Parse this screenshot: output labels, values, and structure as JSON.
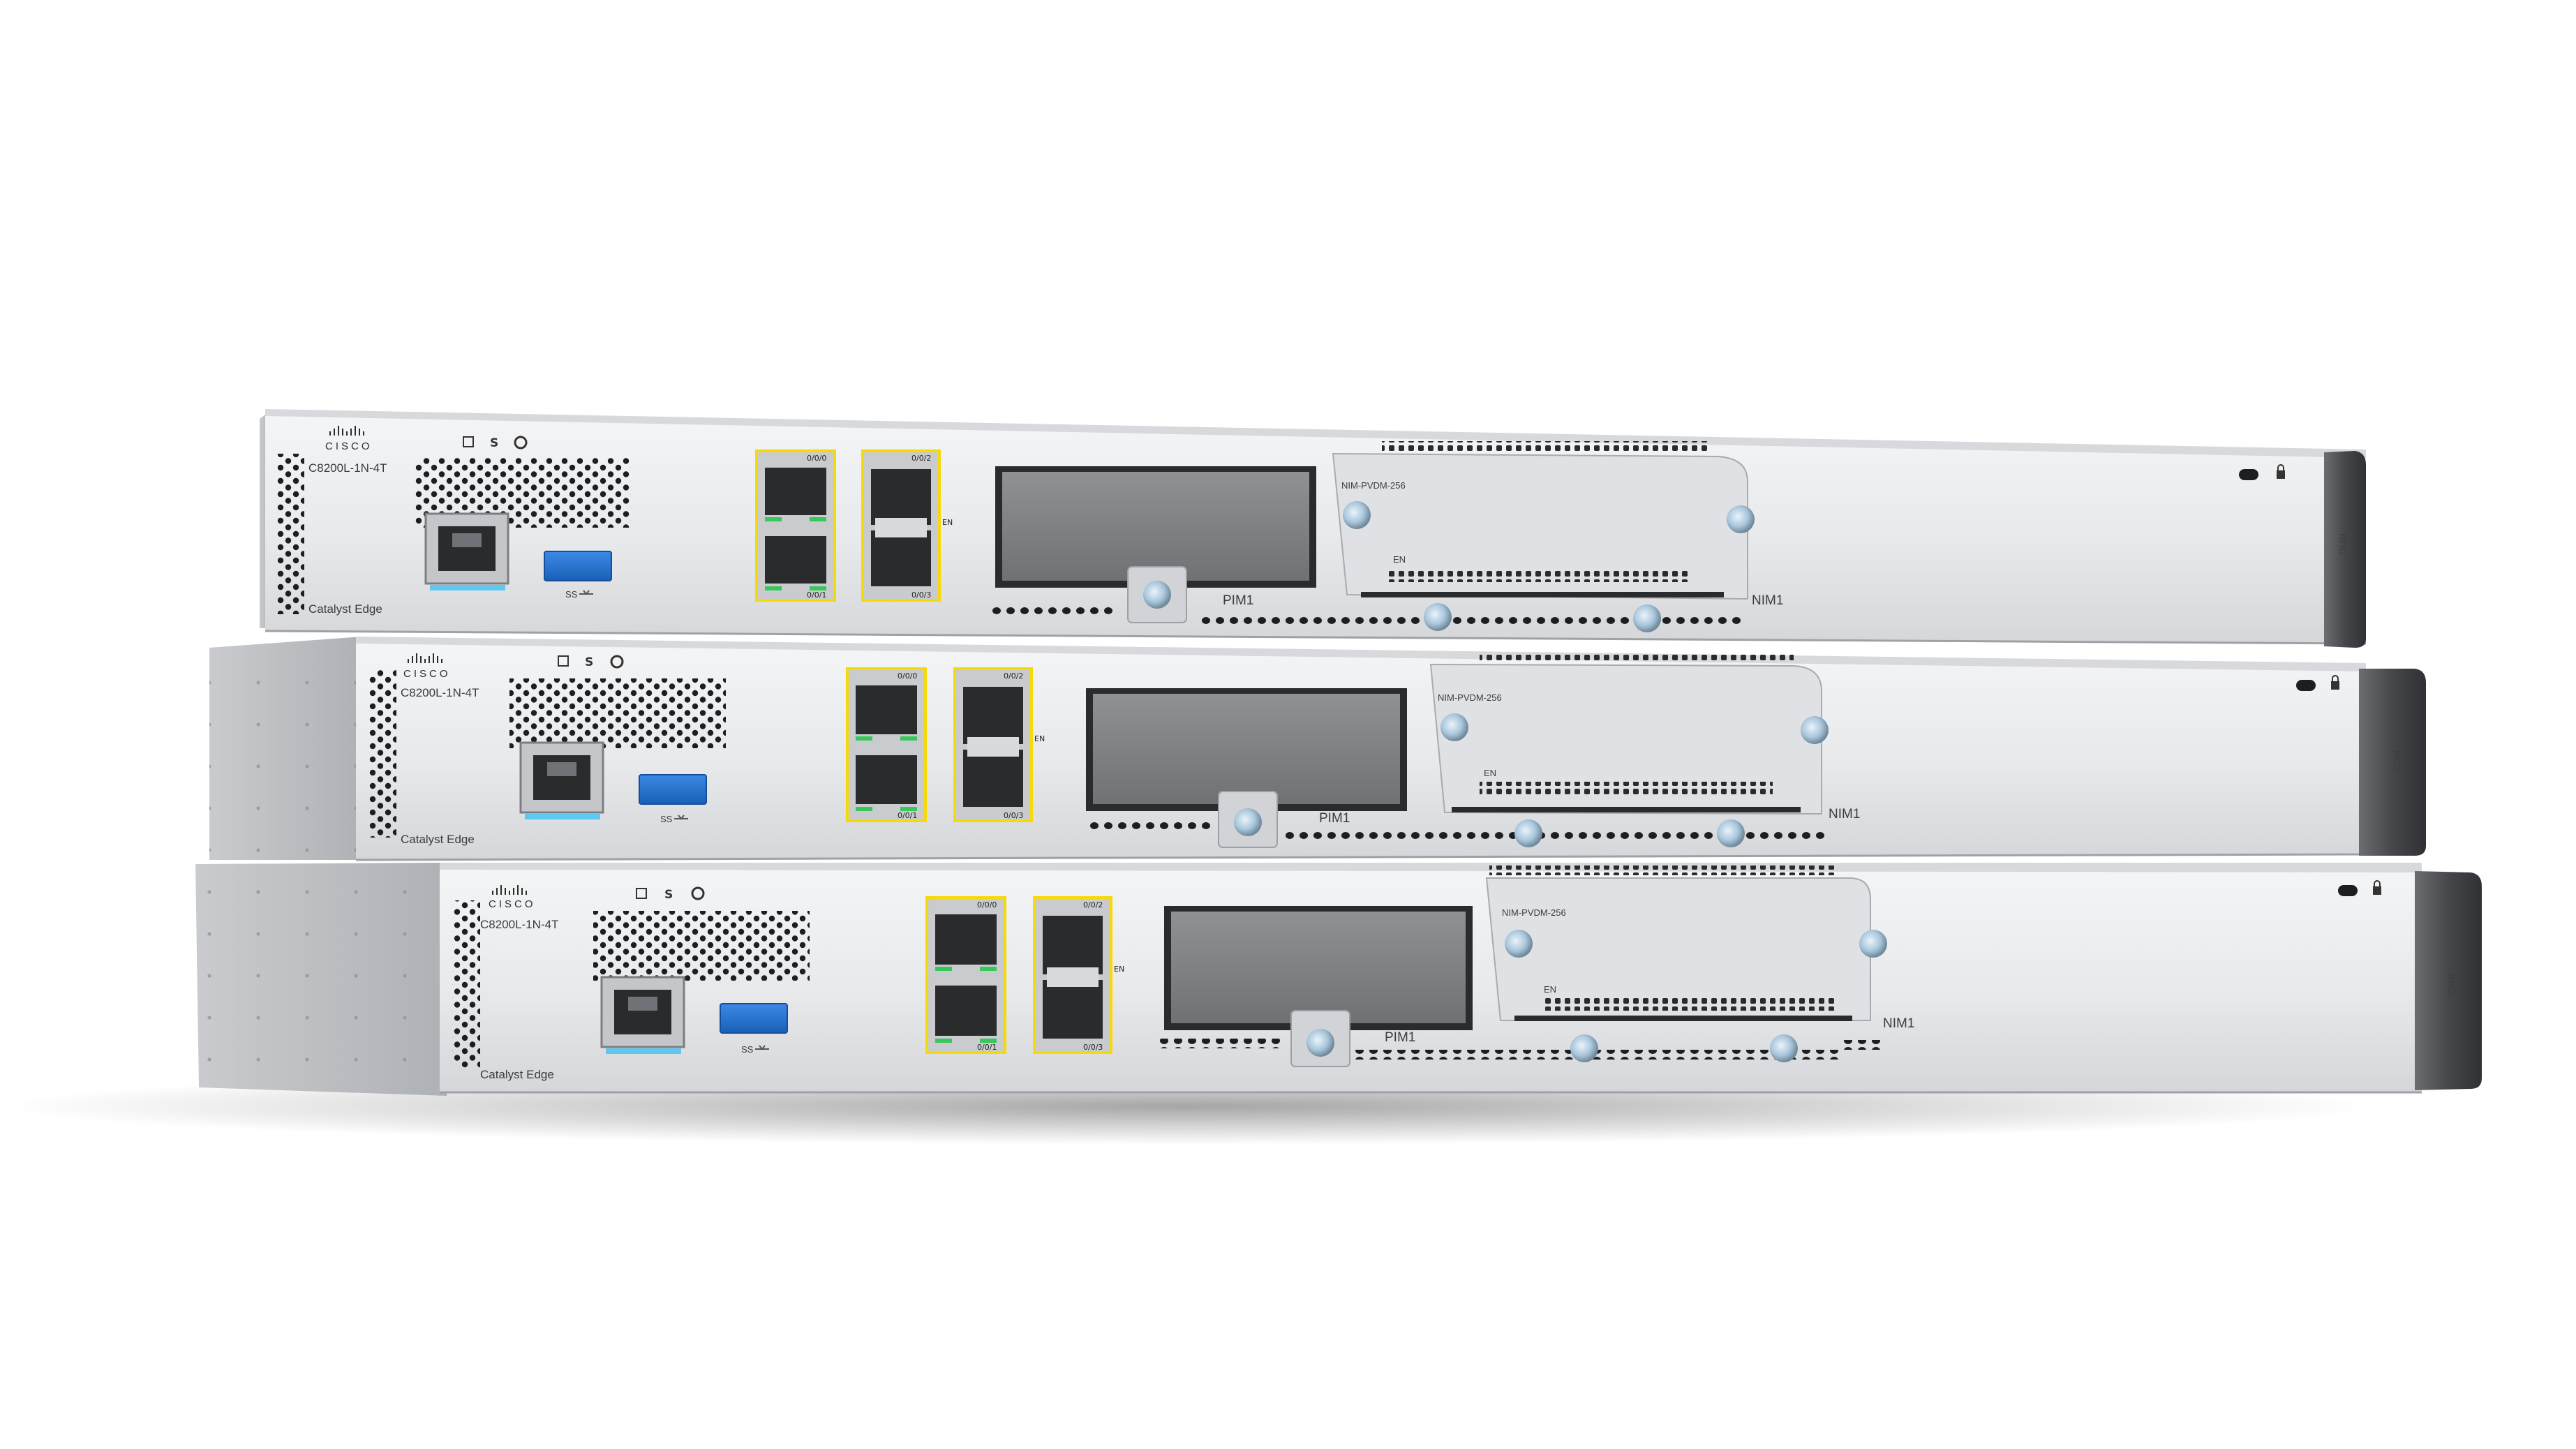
{
  "scene": {
    "subject": "stack of three Cisco Catalyst 8200L edge routers",
    "colors": {
      "chassis": "#e9eaec",
      "chassis_shadow": "#b9bcc0",
      "bezel": "#4a4c50",
      "usb_blue": "#1f6fd0",
      "port_yellow": "#f5d90a",
      "led_green": "#39c65a",
      "led_blue": "#5ec8f0"
    }
  },
  "units": [
    {
      "brand": "CISCO",
      "model": "C8200L-1N-4T",
      "product_line": "Catalyst Edge",
      "usb_label": "SS",
      "port_labels": [
        "0/0/0",
        "0/0/1",
        "0/0/2",
        "0/0/3"
      ],
      "en_label": "EN",
      "slot_pim": "PIM1",
      "slot_nim": "NIM1",
      "nim_module": "NIM-PVDM-256",
      "nim_en": "EN",
      "rfid": "RFID"
    },
    {
      "brand": "CISCO",
      "model": "C8200L-1N-4T",
      "product_line": "Catalyst Edge",
      "usb_label": "SS",
      "port_labels": [
        "0/0/0",
        "0/0/1",
        "0/0/2",
        "0/0/3"
      ],
      "en_label": "EN",
      "slot_pim": "PIM1",
      "slot_nim": "NIM1",
      "nim_module": "NIM-PVDM-256",
      "nim_en": "EN",
      "rfid": "RFID"
    },
    {
      "brand": "CISCO",
      "model": "C8200L-1N-4T",
      "product_line": "Catalyst Edge",
      "usb_label": "SS",
      "port_labels": [
        "0/0/0",
        "0/0/1",
        "0/0/2",
        "0/0/3"
      ],
      "en_label": "EN",
      "slot_pim": "PIM1",
      "slot_nim": "NIM1",
      "nim_module": "NIM-PVDM-256",
      "nim_en": "EN",
      "rfid": "RFID"
    }
  ]
}
